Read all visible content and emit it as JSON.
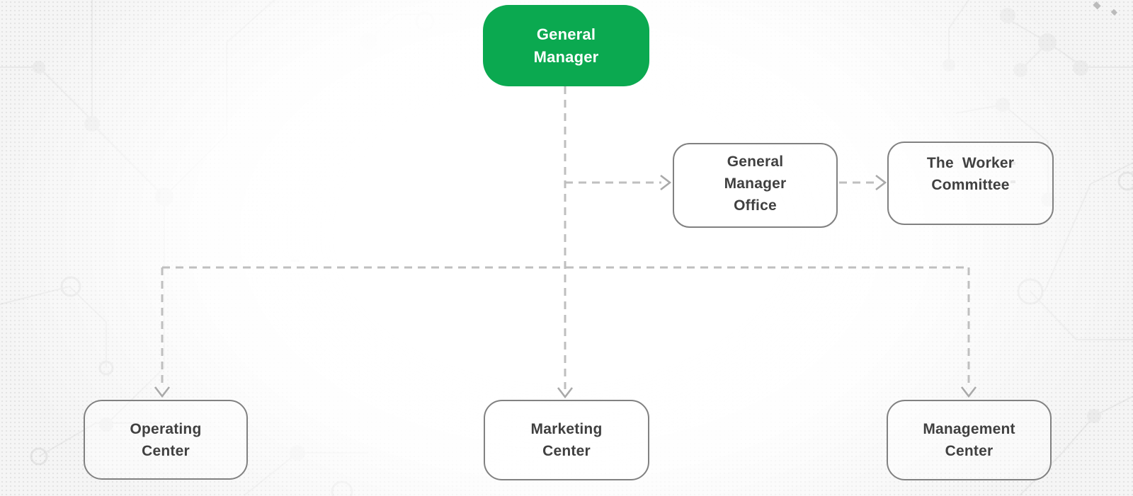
{
  "diagram": {
    "type": "org-chart",
    "nodes": [
      {
        "id": "general-manager",
        "label": "General\nManager",
        "level": 1,
        "style": "primary-green"
      },
      {
        "id": "general-manager-office",
        "label": "General\nManager\nOffice",
        "level": 2,
        "style": "outline"
      },
      {
        "id": "worker-committee",
        "label": "The  Worker\nCommittee",
        "level": 2,
        "style": "outline"
      },
      {
        "id": "operating-center",
        "label": "Operating\nCenter",
        "level": 3,
        "style": "outline"
      },
      {
        "id": "marketing-center",
        "label": "Marketing\nCenter",
        "level": 3,
        "style": "outline"
      },
      {
        "id": "management-center",
        "label": "Management\nCenter",
        "level": 3,
        "style": "outline"
      }
    ],
    "edges": [
      {
        "from": "general-manager",
        "to": "general-manager-office",
        "style": "dashed-arrow"
      },
      {
        "from": "general-manager-office",
        "to": "worker-committee",
        "style": "dashed-arrow"
      },
      {
        "from": "general-manager",
        "to": "operating-center",
        "style": "dashed-arrow"
      },
      {
        "from": "general-manager",
        "to": "marketing-center",
        "style": "dashed-arrow"
      },
      {
        "from": "general-manager",
        "to": "management-center",
        "style": "dashed-arrow"
      }
    ],
    "colors": {
      "primary_fill": "#0ba950",
      "primary_text": "#ffffff",
      "node_border": "#818181",
      "node_text": "#404040",
      "connector_dash": "#bfbfbf",
      "arrowhead": "#a9a9a9",
      "background": "#f5f5f5"
    }
  }
}
